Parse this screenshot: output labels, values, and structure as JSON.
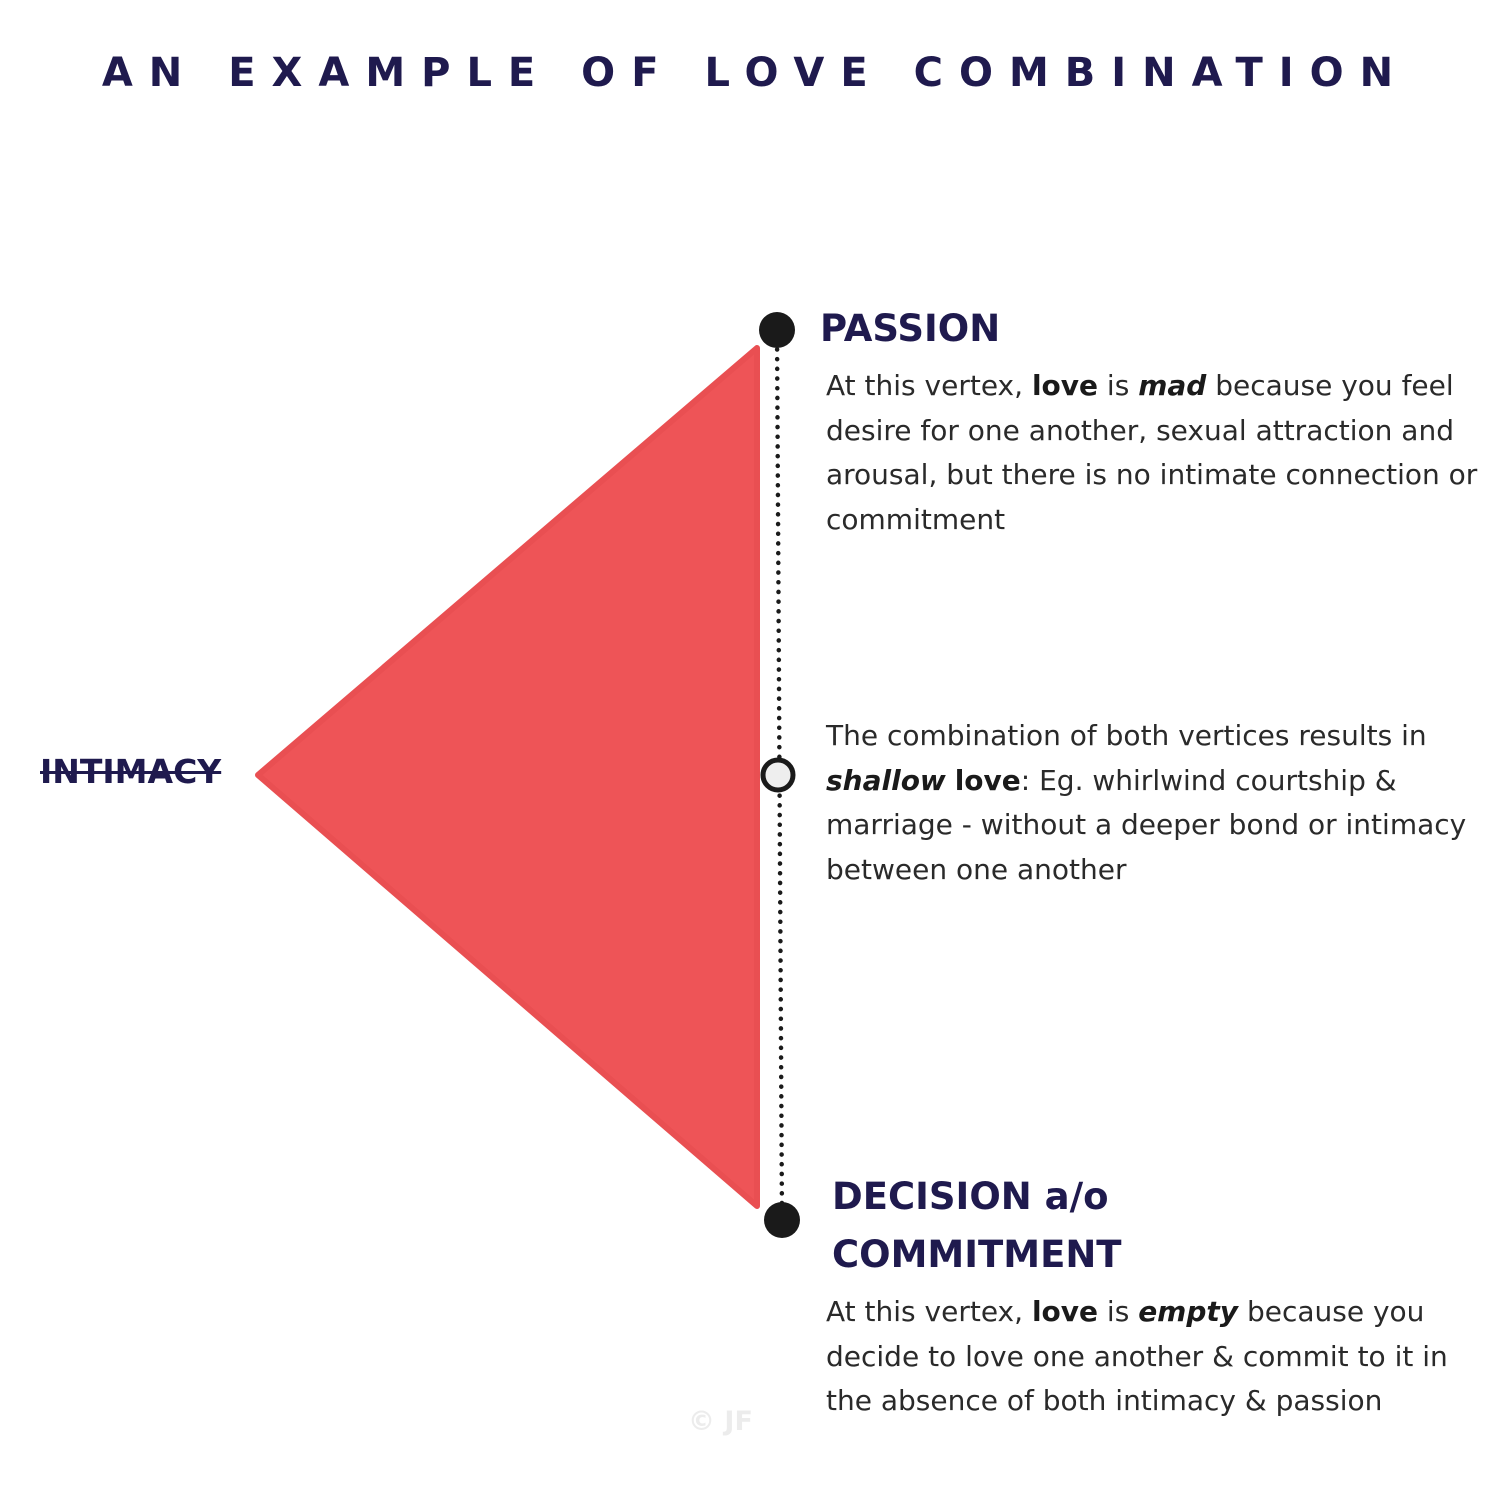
{
  "title": "AN EXAMPLE OF LOVE COMBINATION",
  "colors": {
    "title": "#1f1a4e",
    "triangle": "#ee5457",
    "dot": "#1a1a1a",
    "midpoint_fill": "#eeeeee",
    "text": "#2a2a2a",
    "watermark": "#ececec"
  },
  "vertices": {
    "intimacy": {
      "label": "INTIMACY",
      "struck_through": true
    },
    "passion": {
      "label": "PASSION",
      "description": {
        "t1": "At this vertex, ",
        "b1": "love",
        "t2": " is ",
        "bi1": "mad",
        "t3": " because you feel desire for one another, sexual attraction and arousal, but there is no intimate connection or commitment"
      }
    },
    "commitment": {
      "label_line1": "DECISION a/o",
      "label_line2": "COMMITMENT",
      "description": {
        "t1": "At this vertex, ",
        "b1": "love",
        "t2": " is ",
        "bi1": "empty",
        "t3": " because you decide to love one another & commit to it in the absence of both intimacy & passion"
      }
    }
  },
  "combination": {
    "bi1": "shallow",
    "b1": "love",
    "t_pre": "The combination of both vertices results in ",
    "t_post": ": Eg. whirlwind courtship & marriage - without a deeper bond or intimacy between one another"
  },
  "watermark": "© JF"
}
